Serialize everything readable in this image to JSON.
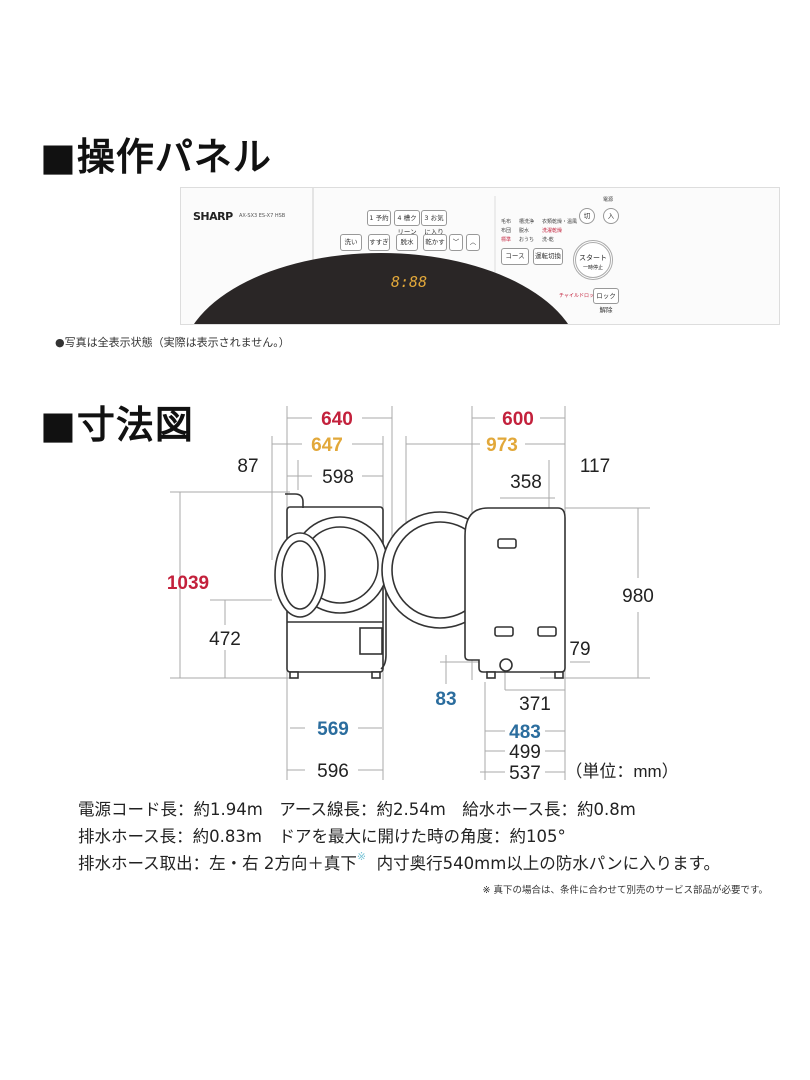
{
  "sections": {
    "panel_title": "■操作パネル",
    "dimensions_title": "■寸法図"
  },
  "panel": {
    "brand": "SHARP",
    "model_text": "AX-SX3 ES-X7 HSB",
    "top_buttons": [
      "1 予約",
      "4 槽クリーン",
      "3 お気に入り"
    ],
    "main_buttons": [
      "洗い",
      "すすぎ",
      "脱水",
      "乾かす"
    ],
    "arrow_down": "﹀",
    "arrow_up": "︿",
    "display": "8:88",
    "course_labels": [
      "毛布",
      "槽洗浄",
      "衣類乾燥・温風",
      "布団",
      "脱水",
      "洗濯乾燥",
      "標準",
      "おうち",
      "洗-乾"
    ],
    "course_button": "コース",
    "mode_button": "運転切換",
    "power_label": "電源",
    "power_off": "切",
    "power_on": "入",
    "start_button_line1": "スタート",
    "start_button_line2": "一時停止",
    "lock_label": "チャイルドロック",
    "lock_button": "ロック解除"
  },
  "note": "●写真は全表示状態（実際は表示されません。）",
  "dimensions": {
    "front": {
      "d640": "640",
      "d647": "647",
      "d87": "87",
      "d598": "598",
      "d1039": "1039",
      "d472": "472",
      "d569": "569",
      "d596": "596"
    },
    "side": {
      "d600": "600",
      "d973": "973",
      "d117": "117",
      "d358": "358",
      "d980": "980",
      "d79": "79",
      "d83": "83",
      "d371": "371",
      "d483": "483",
      "d499": "499",
      "d537": "537"
    },
    "unit": "（単位：mm）"
  },
  "colors": {
    "red": "#c3213c",
    "orange": "#e2a83a",
    "blue": "#2b6d9e",
    "line": "#999999"
  },
  "specs": [
    "電源コード長：約1.94m　アース線長：約2.54m　給水ホース長：約0.8m",
    "排水ホース長：約0.83m　ドアを最大に開けた時の角度：約105°"
  ],
  "spec3": {
    "before": "排水ホース取出：左・右 2方向＋真下",
    "mark": "※",
    "after": "  内寸奥行540mm以上の防水パンに入ります。"
  },
  "footnote": "※ 真下の場合は、条件に合わせて別売のサービス部品が必要です。"
}
